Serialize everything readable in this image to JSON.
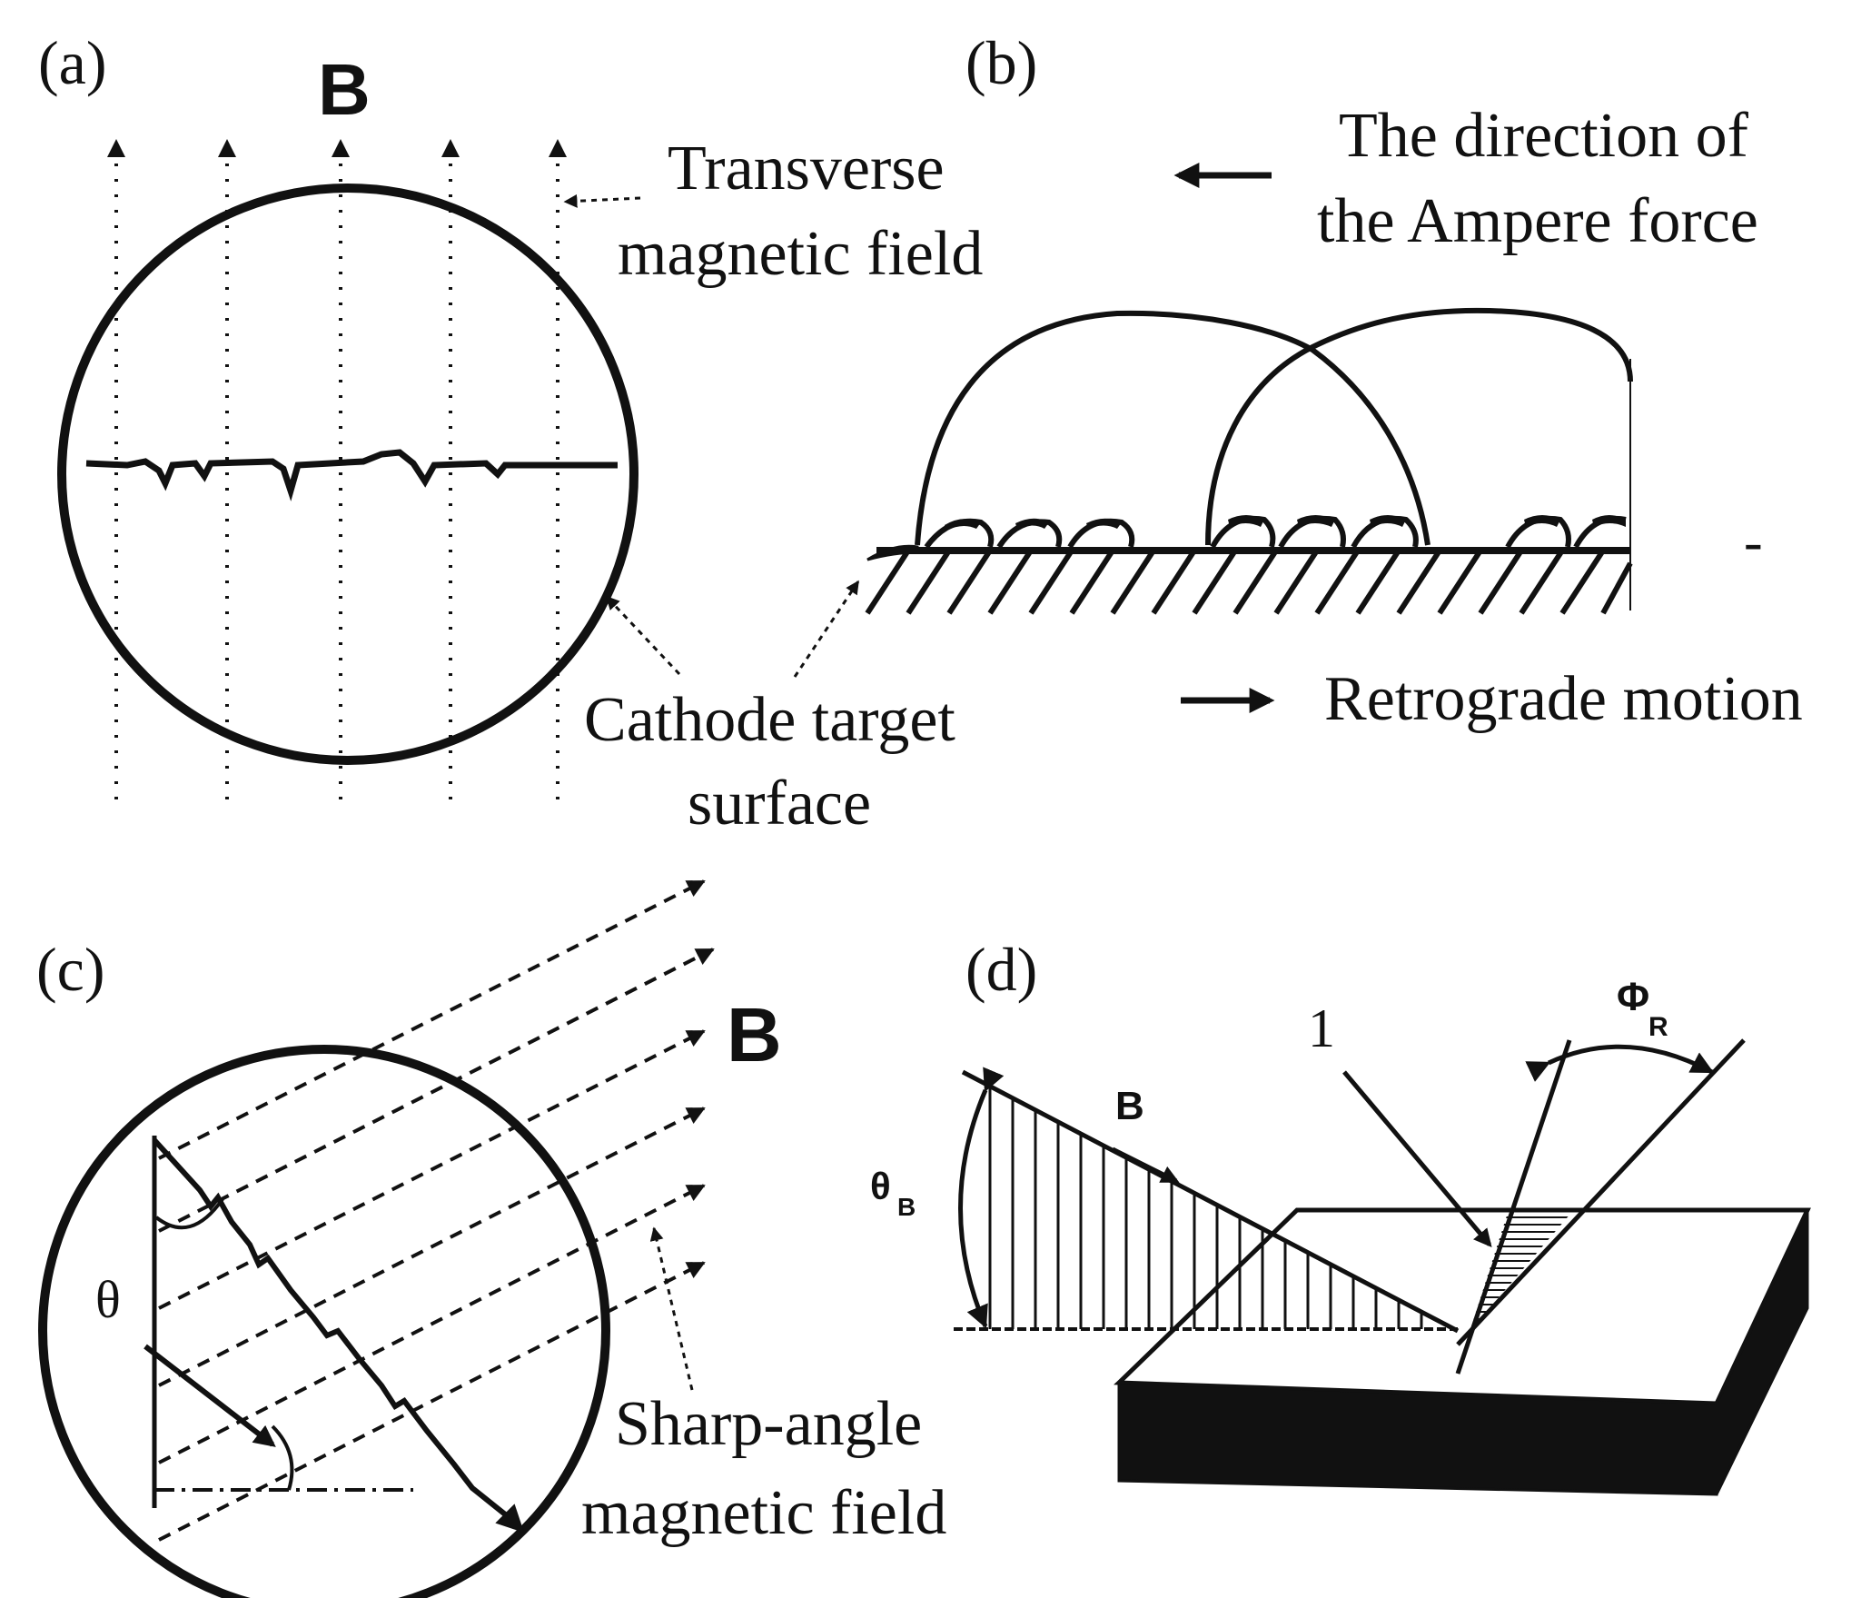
{
  "panels": {
    "a": {
      "label": "(a)",
      "field_symbol": "B",
      "field_label_line1": "Transverse",
      "field_label_line2": "magnetic  field",
      "target_label_line1": "Cathode target",
      "target_label_line2": "surface"
    },
    "b": {
      "label": "(b)",
      "force_label_line1": "The direction of",
      "force_label_line2": "the Ampere force",
      "motion_label": "Retrograde motion",
      "dash_mark": "-"
    },
    "c": {
      "label": "(c)",
      "field_symbol": "B",
      "angle_symbol": "θ",
      "field_label_line1": "Sharp-angle",
      "field_label_line2": "magnetic field"
    },
    "d": {
      "label": "(d)",
      "number_label": "1",
      "field_symbol": "B",
      "theta_symbol": "θ",
      "theta_subscript": "B",
      "phi_symbol": "Φ",
      "phi_subscript": "R"
    }
  },
  "colors": {
    "ink": "#111111",
    "background": "#ffffff"
  }
}
